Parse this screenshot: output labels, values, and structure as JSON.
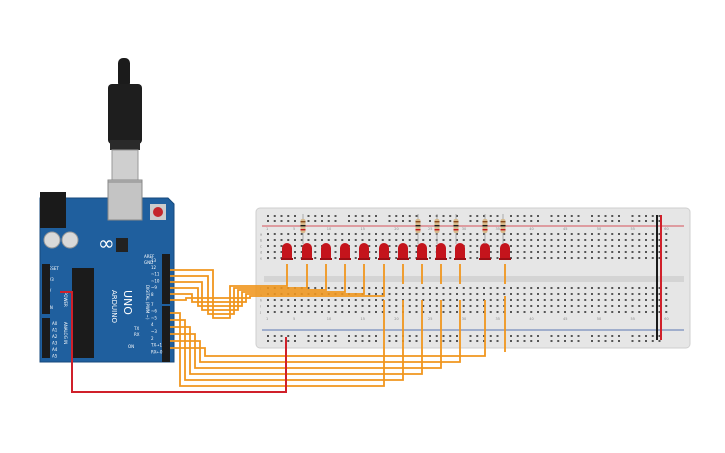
{
  "arduino": {
    "brand": "ARDUINO",
    "model": "UNO",
    "logo": "∞",
    "labels": {
      "aref": "AREF",
      "gnd": "GND",
      "reset": "RESET",
      "v33": "3V3",
      "v5": "5V",
      "vin": "VIN",
      "power": "POWER",
      "analog_in": "ANALOG IN",
      "digital": "DIGITAL (PWM ~)",
      "tx": "TX",
      "rx": "RX",
      "on": "ON"
    },
    "digital_pins": [
      "13",
      "12",
      "~11",
      "~10",
      "~9",
      "8",
      "7",
      "~6",
      "~5",
      "4",
      "~3",
      "2",
      "TX→1",
      "RX←0"
    ],
    "analog_pins": [
      "A0",
      "A1",
      "A2",
      "A3",
      "A4",
      "A5"
    ]
  },
  "breadboard": {
    "col_labels": [
      "1",
      "5",
      "10",
      "15",
      "20",
      "25",
      "30",
      "35",
      "40",
      "45",
      "50",
      "55",
      "60"
    ],
    "row_labels_top": [
      "a",
      "b",
      "c",
      "d",
      "e"
    ],
    "row_labels_bottom": [
      "f",
      "g",
      "h",
      "i",
      "j"
    ]
  },
  "colors": {
    "board": "#1f5f9e",
    "wire_orange": "#f0961e",
    "wire_red": "#d0202a",
    "led_red": "#c4141c",
    "breadboard": "#e6e6e6"
  },
  "led_count": 12
}
